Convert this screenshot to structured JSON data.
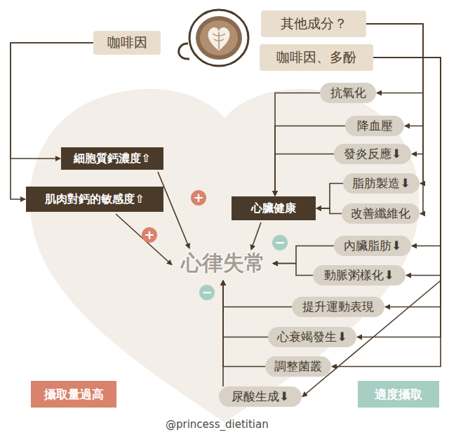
{
  "diagram": {
    "nodes": [
      {
        "text": [
          "咖啡因"
        ]
      },
      {
        "text": [
          "其他成分？"
        ]
      },
      {
        "text": [
          "咖啡因、多酚"
        ]
      },
      {
        "text": [
          "抗氧化"
        ]
      },
      {
        "text": [
          "降血壓"
        ]
      },
      {
        "text": [
          "發炎反應⬇"
        ]
      },
      {
        "text": [
          "脂肪製造⬇"
        ]
      },
      {
        "text": [
          "改善纖維化"
        ]
      },
      {
        "text": [
          "內臟脂肪⬇"
        ]
      },
      {
        "text": [
          "動脈粥樣化⬇"
        ]
      },
      {
        "text": [
          "提升運動表現"
        ]
      },
      {
        "text": [
          "心衰竭發生⬇"
        ]
      },
      {
        "text": [
          "調整菌叢"
        ]
      },
      {
        "text": [
          "尿酸生成⬇"
        ]
      },
      {
        "text": [
          "細胞質鈣濃度⇧"
        ]
      },
      {
        "text": [
          "肌肉對鈣的敏感度⇧"
        ]
      },
      {
        "text": [
          "心臟健康"
        ]
      },
      {
        "text": [
          "心律失常"
        ]
      },
      {
        "text": [
          "攝取量過高"
        ]
      },
      {
        "text": [
          "適度攝取"
        ]
      }
    ],
    "edges": [
      {
        "from": 0,
        "to": 14,
        "arrow": "to"
      },
      {
        "from": 0,
        "to": 15,
        "arrow": "to"
      },
      {
        "from": 14,
        "to": 17,
        "arrow": "to"
      },
      {
        "from": 15,
        "to": 17,
        "arrow": "to"
      },
      {
        "from": 16,
        "to": 17,
        "arrow": "to"
      },
      {
        "from": 1,
        "to": 3,
        "arrow": "to"
      },
      {
        "from": 1,
        "to": 4,
        "arrow": "to"
      },
      {
        "from": 1,
        "to": 5,
        "arrow": "to"
      },
      {
        "from": 1,
        "to": 6,
        "arrow": "to"
      },
      {
        "from": 1,
        "to": 7,
        "arrow": "to"
      },
      {
        "from": 2,
        "to": 8,
        "arrow": "to"
      },
      {
        "from": 2,
        "to": 9,
        "arrow": "to"
      },
      {
        "from": 2,
        "to": 10,
        "arrow": "to"
      },
      {
        "from": 2,
        "to": 11,
        "arrow": "to"
      },
      {
        "from": 2,
        "to": 12,
        "arrow": "to"
      },
      {
        "from": 2,
        "to": 13,
        "arrow": "to"
      },
      {
        "from": 3,
        "to": 16,
        "arrow": "to"
      },
      {
        "from": 4,
        "to": 16,
        "arrow": "to"
      },
      {
        "from": 5,
        "to": 16,
        "arrow": "to"
      },
      {
        "from": 6,
        "to": 16,
        "arrow": "to"
      },
      {
        "from": 7,
        "to": 16,
        "arrow": "to"
      },
      {
        "from": 8,
        "to": 17,
        "arrow": "to"
      },
      {
        "from": 9,
        "to": 17,
        "arrow": "to"
      },
      {
        "from": 10,
        "to": 17,
        "arrow": "to"
      },
      {
        "from": 11,
        "to": 17,
        "arrow": "to"
      },
      {
        "from": 12,
        "to": 17,
        "arrow": "to"
      },
      {
        "from": 13,
        "to": 17,
        "arrow": "to"
      }
    ],
    "labels": [
      "+",
      "+",
      "−",
      "−",
      "@princess_dietitian"
    ]
  }
}
